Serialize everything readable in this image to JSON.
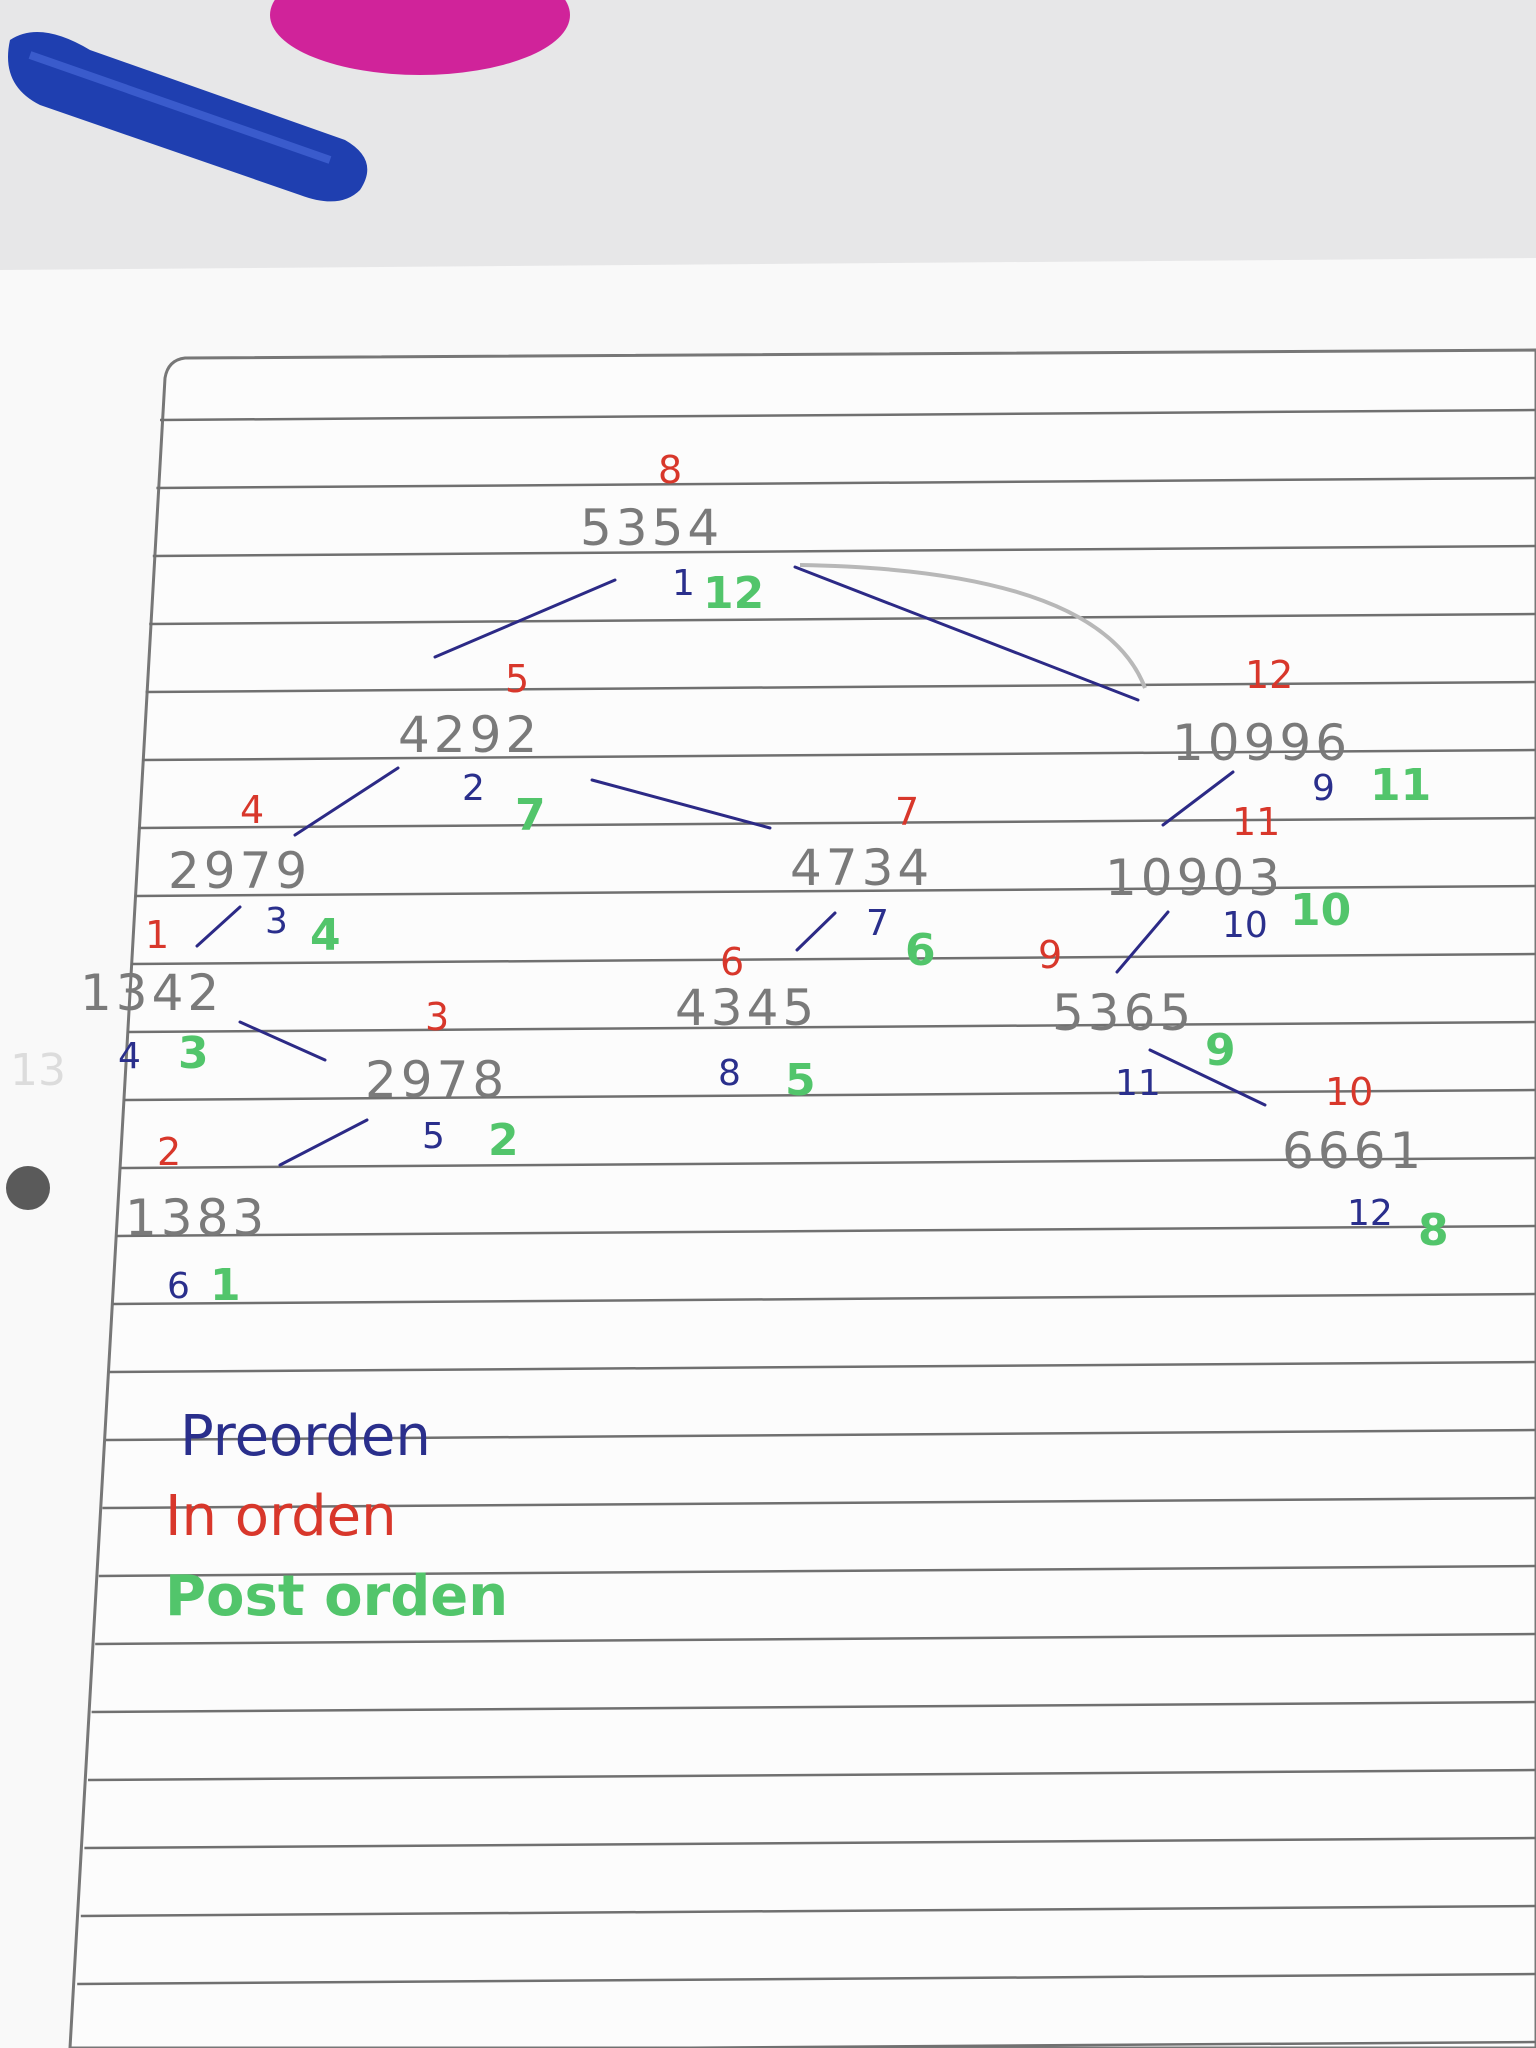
{
  "nodes": [
    {
      "id": "n5354",
      "value": "5354",
      "preorder": "1",
      "inorder": "8",
      "postorder": "12"
    },
    {
      "id": "n4292",
      "value": "4292",
      "preorder": "2",
      "inorder": "5",
      "postorder": "7"
    },
    {
      "id": "n10996",
      "value": "10996",
      "preorder": "9",
      "inorder": "12",
      "postorder": "11"
    },
    {
      "id": "n2979",
      "value": "2979",
      "preorder": "3",
      "inorder": "4",
      "postorder": "4"
    },
    {
      "id": "n4734",
      "value": "4734",
      "preorder": "7",
      "inorder": "7",
      "postorder": "6"
    },
    {
      "id": "n10903",
      "value": "10903",
      "preorder": "10",
      "inorder": "11",
      "postorder": "10"
    },
    {
      "id": "n1342",
      "value": "1342",
      "preorder": "4",
      "inorder": "1",
      "postorder": "3"
    },
    {
      "id": "n4345",
      "value": "4345",
      "preorder": "8",
      "inorder": "6",
      "postorder": "5"
    },
    {
      "id": "n5365",
      "value": "5365",
      "preorder": "11",
      "inorder": "9",
      "postorder": "9"
    },
    {
      "id": "n2978",
      "value": "2978",
      "preorder": "5",
      "inorder": "3",
      "postorder": "2"
    },
    {
      "id": "n6661",
      "value": "6661",
      "preorder": "12",
      "inorder": "10",
      "postorder": "8"
    },
    {
      "id": "n1383",
      "value": "1383",
      "preorder": "6",
      "inorder": "2",
      "postorder": "1"
    }
  ],
  "legend": {
    "preorder": "Preorden",
    "inorder": "In orden",
    "postorder": "Post orden"
  },
  "colors": {
    "node_text": "#7a7a7a",
    "preorder": "#2a2f8c",
    "inorder": "#d8372b",
    "postorder": "#52c56b",
    "edge": "#2c2a86",
    "paper": "#fbfbfb",
    "ruled_line": "#6b6b6b",
    "pen_body": "#1f3fb0",
    "ball": "#d0239a"
  }
}
